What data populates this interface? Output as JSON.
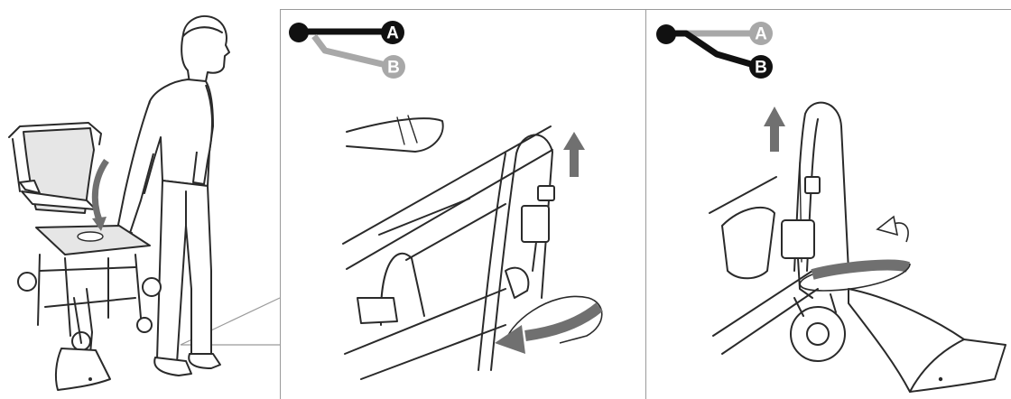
{
  "markers": {
    "panel_a": {
      "active": "A",
      "inactive": "B"
    },
    "panel_b": {
      "inactive": "A",
      "active": "B"
    }
  },
  "colors": {
    "line": "#2a2a2a",
    "active_marker": "#111111",
    "inactive_marker": "#a8a8a8",
    "arrow": "#707070",
    "frame": "#9a9a9a",
    "seat": "#e6e6e6"
  }
}
